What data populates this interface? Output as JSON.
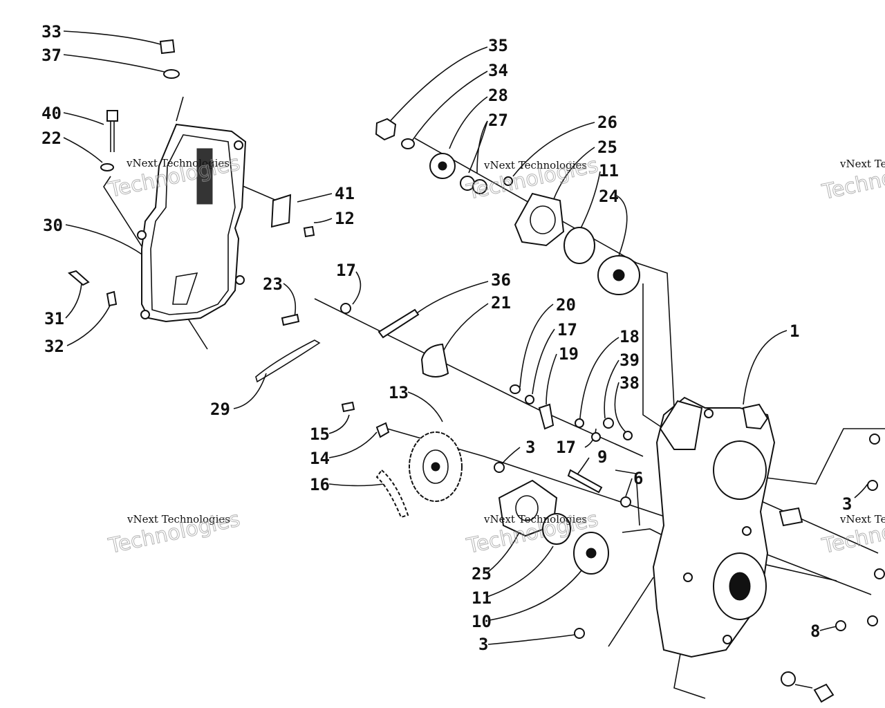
{
  "diagram": {
    "callouts": [
      {
        "id": "c33",
        "text": "33"
      },
      {
        "id": "c37",
        "text": "37"
      },
      {
        "id": "c40",
        "text": "40"
      },
      {
        "id": "c22",
        "text": "22"
      },
      {
        "id": "c30",
        "text": "30"
      },
      {
        "id": "c31",
        "text": "31"
      },
      {
        "id": "c32",
        "text": "32"
      },
      {
        "id": "c41",
        "text": "41"
      },
      {
        "id": "c12",
        "text": "12"
      },
      {
        "id": "c23",
        "text": "23"
      },
      {
        "id": "c17a",
        "text": "17"
      },
      {
        "id": "c29",
        "text": "29"
      },
      {
        "id": "c35",
        "text": "35"
      },
      {
        "id": "c34",
        "text": "34"
      },
      {
        "id": "c28",
        "text": "28"
      },
      {
        "id": "c27",
        "text": "27"
      },
      {
        "id": "c26",
        "text": "26"
      },
      {
        "id": "c25a",
        "text": "25"
      },
      {
        "id": "c11a",
        "text": "11"
      },
      {
        "id": "c24",
        "text": "24"
      },
      {
        "id": "c36",
        "text": "36"
      },
      {
        "id": "c21",
        "text": "21"
      },
      {
        "id": "c20",
        "text": "20"
      },
      {
        "id": "c17b",
        "text": "17"
      },
      {
        "id": "c19",
        "text": "19"
      },
      {
        "id": "c18",
        "text": "18"
      },
      {
        "id": "c39",
        "text": "39"
      },
      {
        "id": "c38",
        "text": "38"
      },
      {
        "id": "c1",
        "text": "1"
      },
      {
        "id": "c13",
        "text": "13"
      },
      {
        "id": "c15",
        "text": "15"
      },
      {
        "id": "c14",
        "text": "14"
      },
      {
        "id": "c16",
        "text": "16"
      },
      {
        "id": "c3a",
        "text": "3"
      },
      {
        "id": "c17c",
        "text": "17"
      },
      {
        "id": "c9",
        "text": "9"
      },
      {
        "id": "c6",
        "text": "6"
      },
      {
        "id": "c3b",
        "text": "3"
      },
      {
        "id": "c25b",
        "text": "25"
      },
      {
        "id": "c11b",
        "text": "11"
      },
      {
        "id": "c10",
        "text": "10"
      },
      {
        "id": "c3c",
        "text": "3"
      },
      {
        "id": "c8",
        "text": "8"
      }
    ],
    "watermark": {
      "line1": "vNext Technologies",
      "line2": "Technologies"
    }
  }
}
